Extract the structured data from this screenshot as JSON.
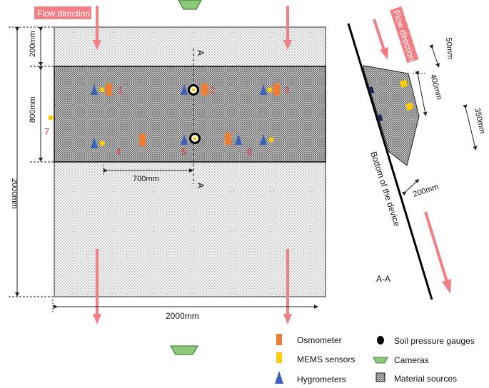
{
  "labels": {
    "flow_direction_main": "Flow direction",
    "flow_direction_side": "Flow direction",
    "dim_200mm": "200mm",
    "dim_800mm": "800mm",
    "dim_2000mm_vertical": "2000mm",
    "dim_2000mm_horizontal": "2000mm",
    "dim_700mm": "700mm",
    "section_marker_top": "A",
    "section_marker_bottom": "A",
    "side_dim_50mm": "50mm",
    "side_dim_400mm": "400mm",
    "side_dim_350mm": "350mm",
    "side_dim_200mm": "200mm",
    "bottom_of_device": "Bottom of the device",
    "section_title": "A-A"
  },
  "numbers": [
    "1",
    "2",
    "3",
    "4",
    "5",
    "6",
    "7"
  ],
  "legend": {
    "osmometer": "Osmometer",
    "mems": "MEMS sensors",
    "hygrometers": "Hygrometers",
    "soil_pressure": "Soil pressure gauges",
    "cameras": "Cameras",
    "material_sources": "Material sources"
  },
  "colors": {
    "arrow": "#f27f86",
    "osmometer": "#ee7d31",
    "mems": "#ffcc00",
    "hygrometer": "#3a62b8",
    "camera": "#8dc97a",
    "label_red": "#e0333a"
  }
}
